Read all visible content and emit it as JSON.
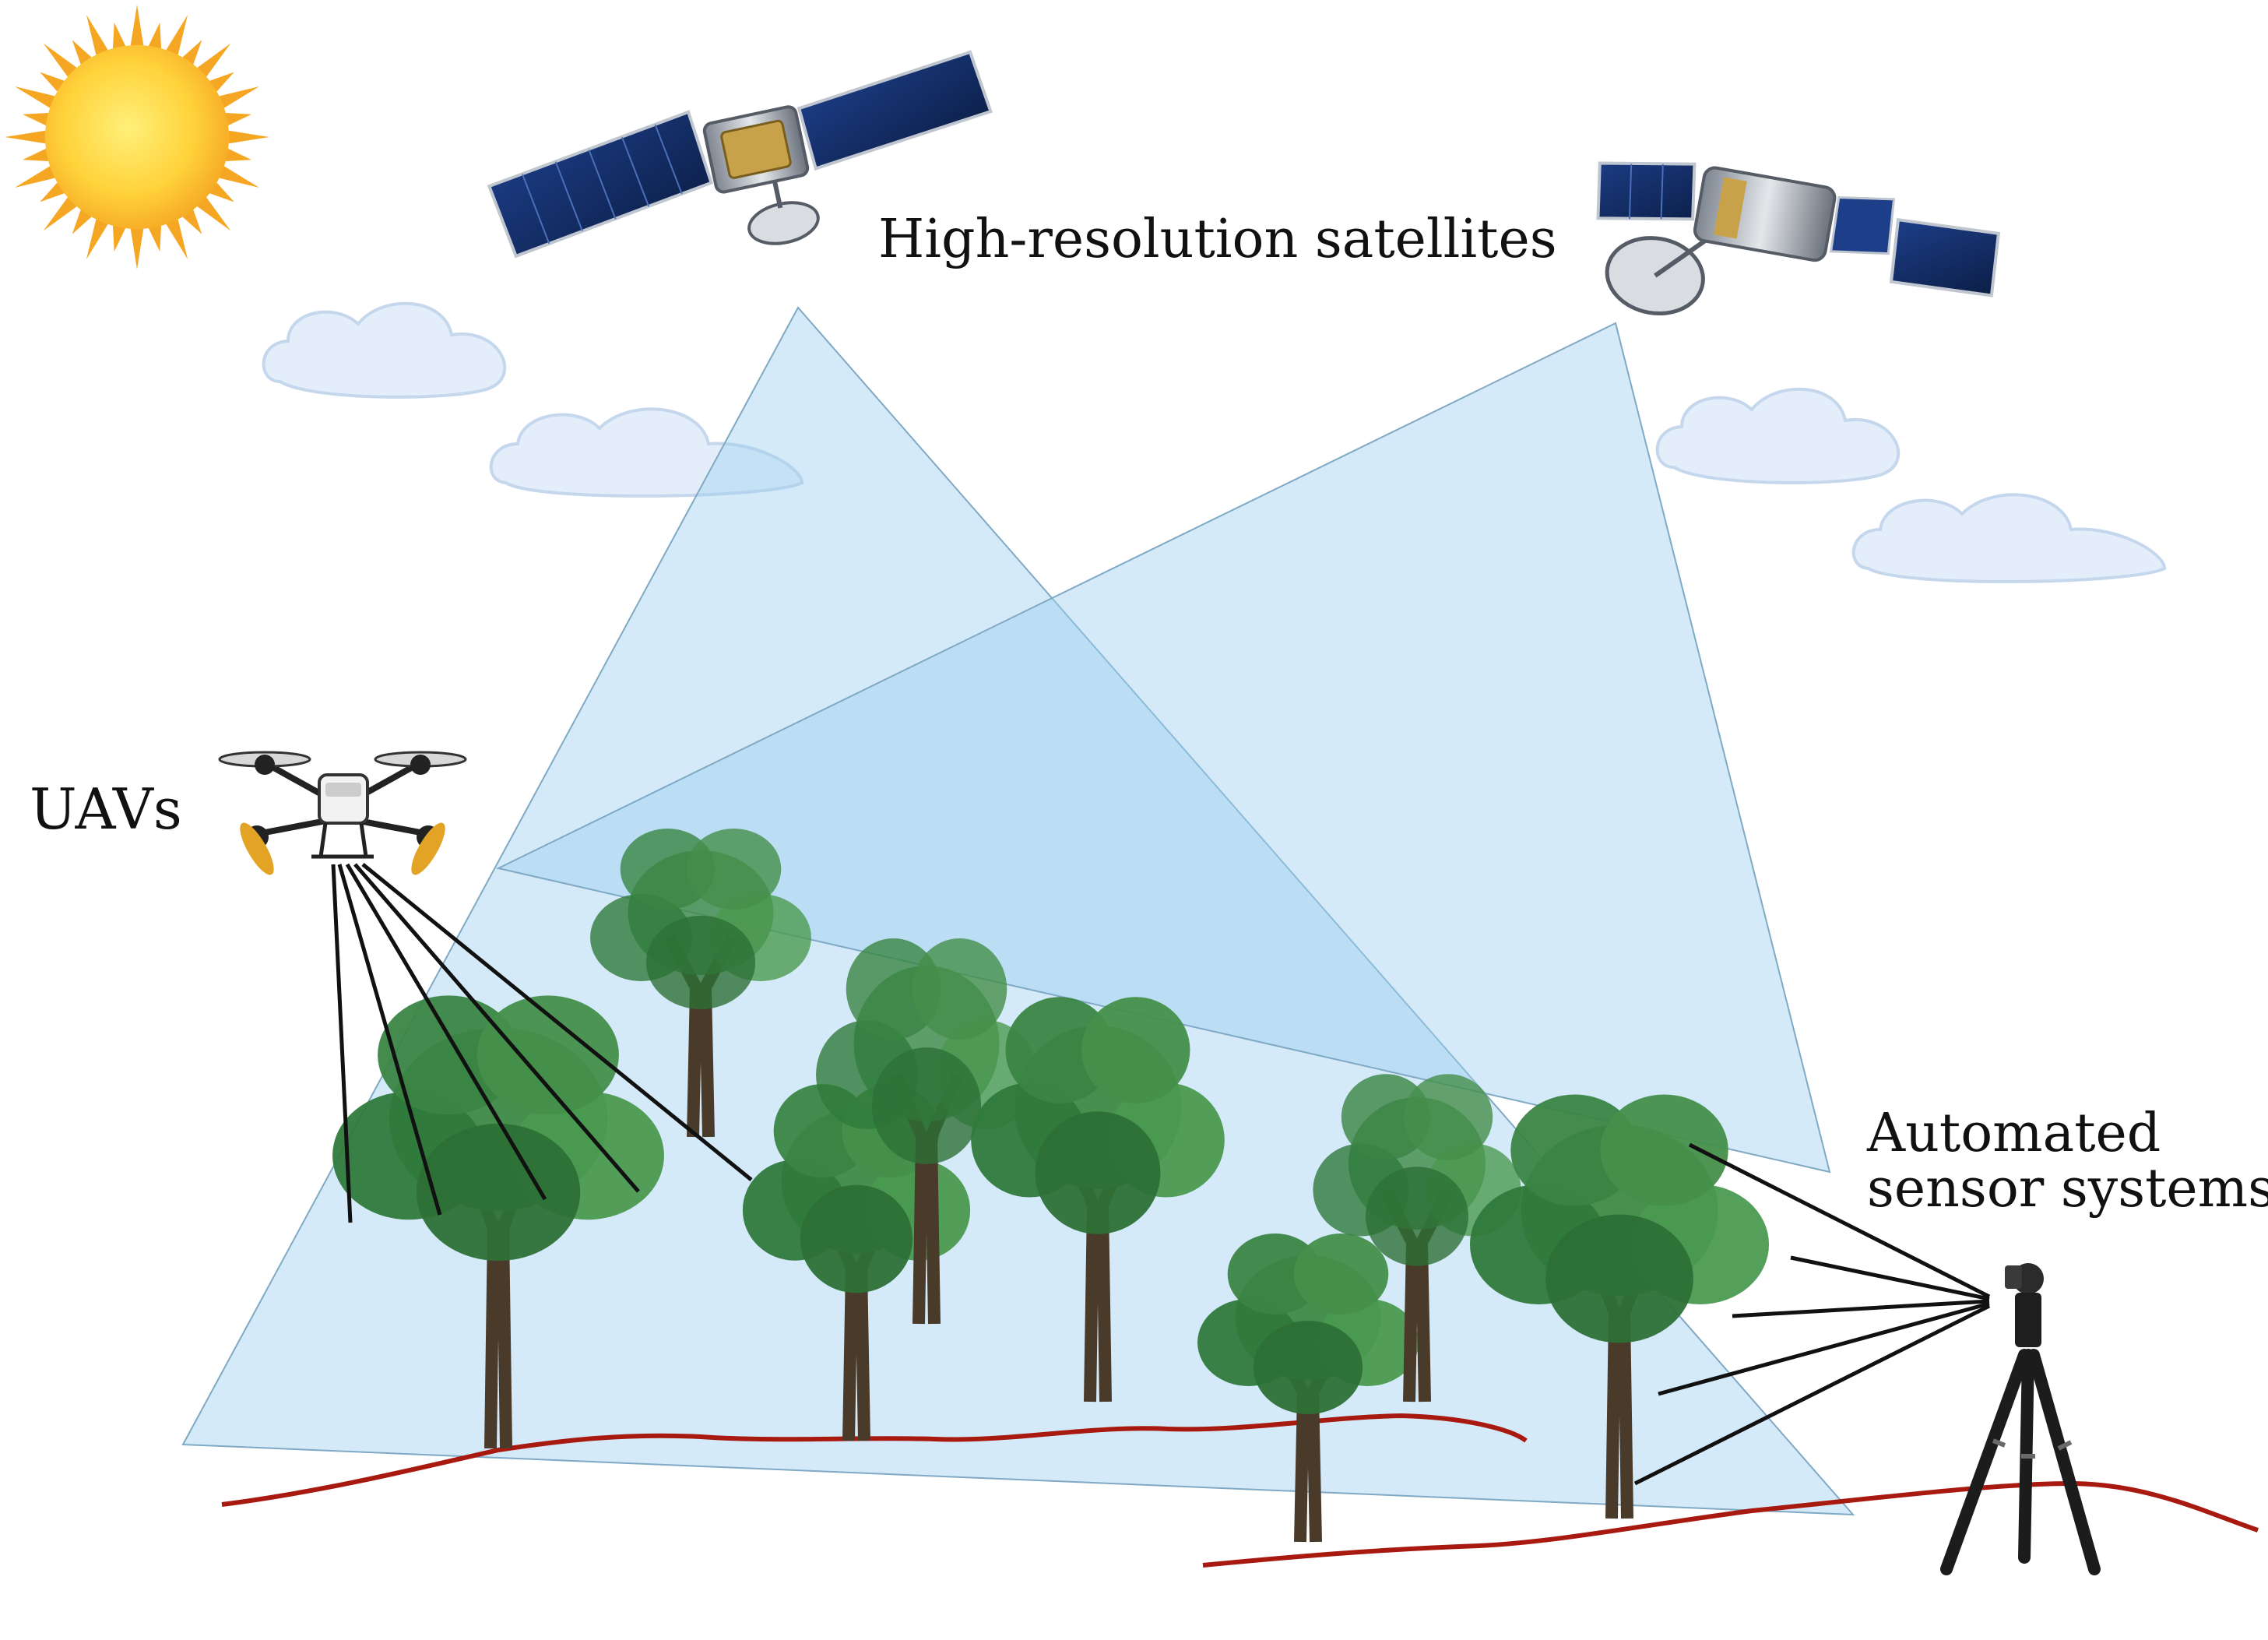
{
  "labels": {
    "satellites": "High-resolution satellites",
    "uavs": "UAVs",
    "sensor_line1": "Automated",
    "sensor_line2": "sensor systems"
  },
  "icons": {
    "sun": "sun-icon",
    "satellite_left": "satellite-icon",
    "satellite_right": "satellite-icon",
    "drone": "drone-icon",
    "tripod": "tripod-sensor-icon",
    "tree": "tree-icon",
    "cloud": "cloud-icon"
  },
  "colors": {
    "beam_fill": "#9fd0f0",
    "ground_line": "#a81a10",
    "tree_canopy": "#3f8a45",
    "tree_trunk": "#4a3a2a",
    "sun_core": "#ffd23a",
    "sun_rays": "#f5a623",
    "cloud": "#e3eefa"
  }
}
